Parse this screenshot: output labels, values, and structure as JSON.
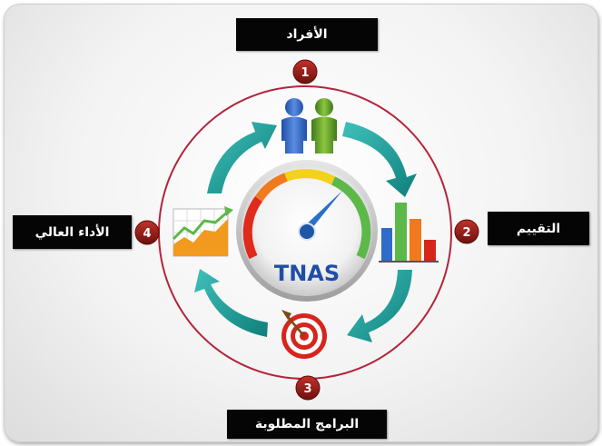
{
  "center": {
    "text": "TNAS"
  },
  "steps": [
    {
      "number": "1",
      "label": "الأفراد"
    },
    {
      "number": "2",
      "label": "التقييم"
    },
    {
      "number": "3",
      "label": "البرامج المطلوبة"
    },
    {
      "number": "4",
      "label": "الأداء العالي"
    }
  ],
  "colors": {
    "ring": "#b3243a",
    "badge": "#8e1a14",
    "arrow": "#1a9a96",
    "gauge_needle": "#2b6fc9",
    "label_bg": "#050505"
  },
  "icons": {
    "step1": "people-icon",
    "step2": "bar-chart-icon",
    "step3": "target-icon",
    "step4": "growth-chart-icon"
  }
}
